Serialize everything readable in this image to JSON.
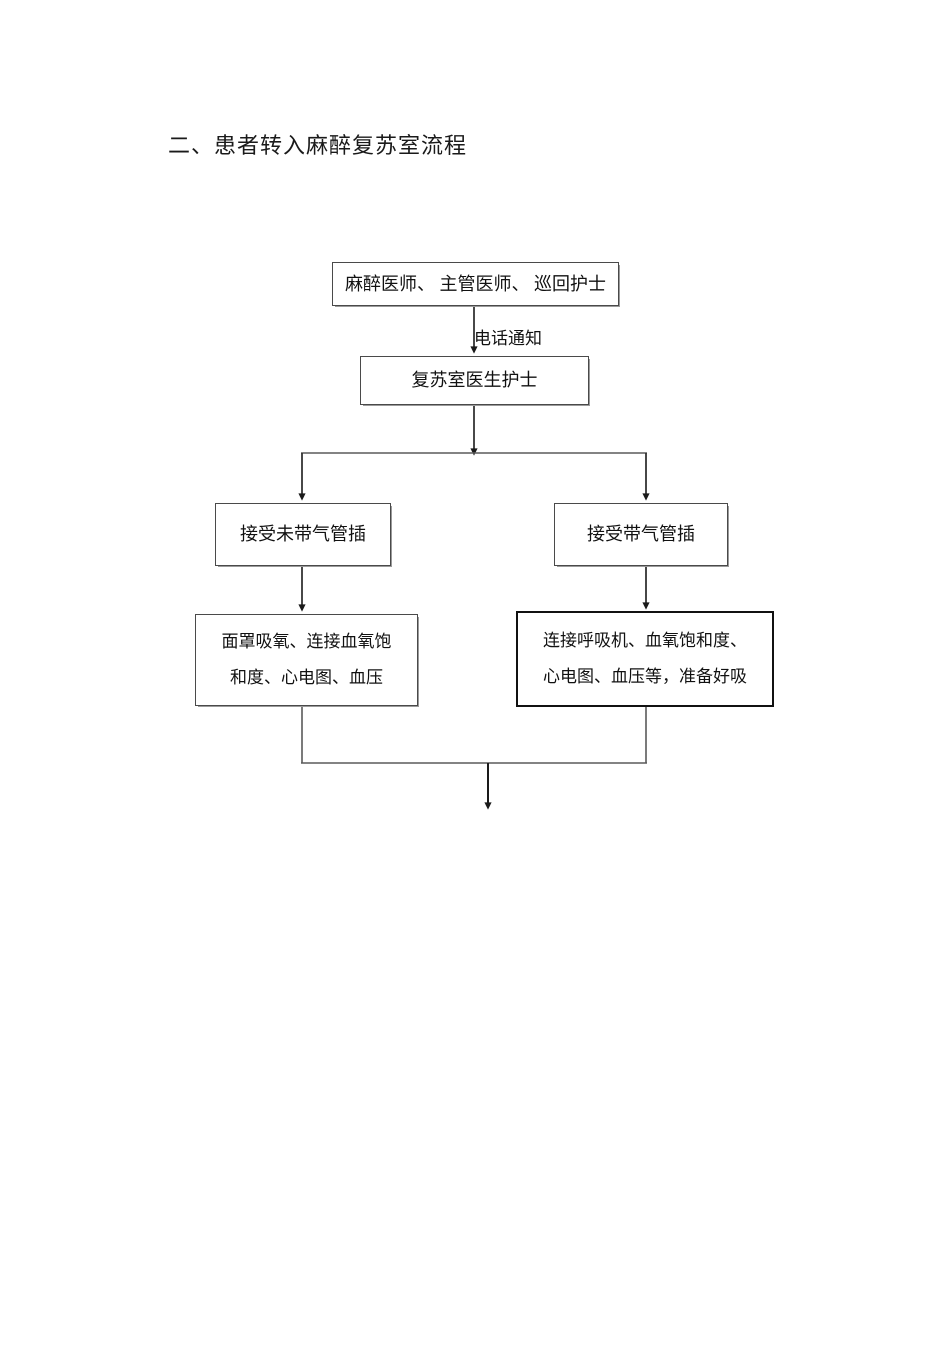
{
  "document": {
    "title": "二、患者转入麻醉复苏室流程"
  },
  "flowchart": {
    "type": "flowchart",
    "orientation": "top-down",
    "nodes": [
      {
        "id": "staff",
        "name": "initiating-staff",
        "lines": [
          "麻醉医师、 主管医师、 巡回护士"
        ],
        "border": "thin"
      },
      {
        "id": "pacu_team",
        "name": "pacu-team",
        "lines": [
          "复苏室医生护士"
        ],
        "border": "thin"
      },
      {
        "id": "no_tube",
        "name": "receive-without-intubation",
        "lines": [
          "接受未带气管插"
        ],
        "border": "thin"
      },
      {
        "id": "with_tube",
        "name": "receive-with-intubation",
        "lines": [
          "接受带气管插"
        ],
        "border": "thin"
      },
      {
        "id": "mask_care",
        "name": "mask-oxygen-monitoring",
        "lines": [
          "面罩吸氧、连接血氧饱",
          "和度、心电图、血压"
        ],
        "border": "thin"
      },
      {
        "id": "vent_care",
        "name": "ventilator-monitoring",
        "lines": [
          "连接呼吸机、血氧饱和度、",
          "心电图、血压等，准备好吸"
        ],
        "border": "bold"
      }
    ],
    "edges": [
      {
        "from": "staff",
        "to": "pacu_team",
        "label": "电话通知"
      },
      {
        "from": "pacu_team",
        "to": "no_tube",
        "label": ""
      },
      {
        "from": "pacu_team",
        "to": "with_tube",
        "label": ""
      },
      {
        "from": "no_tube",
        "to": "mask_care",
        "label": ""
      },
      {
        "from": "with_tube",
        "to": "vent_care",
        "label": ""
      },
      {
        "from": "mask_care",
        "to": "merge",
        "label": ""
      },
      {
        "from": "vent_care",
        "to": "merge",
        "label": ""
      },
      {
        "from": "merge",
        "to": "continues-below",
        "label": ""
      }
    ],
    "colors": {
      "line": "#333333",
      "box_thin": "#4a4a4a",
      "box_bold": "#111111",
      "text": "#111111",
      "background": "#ffffff"
    }
  }
}
